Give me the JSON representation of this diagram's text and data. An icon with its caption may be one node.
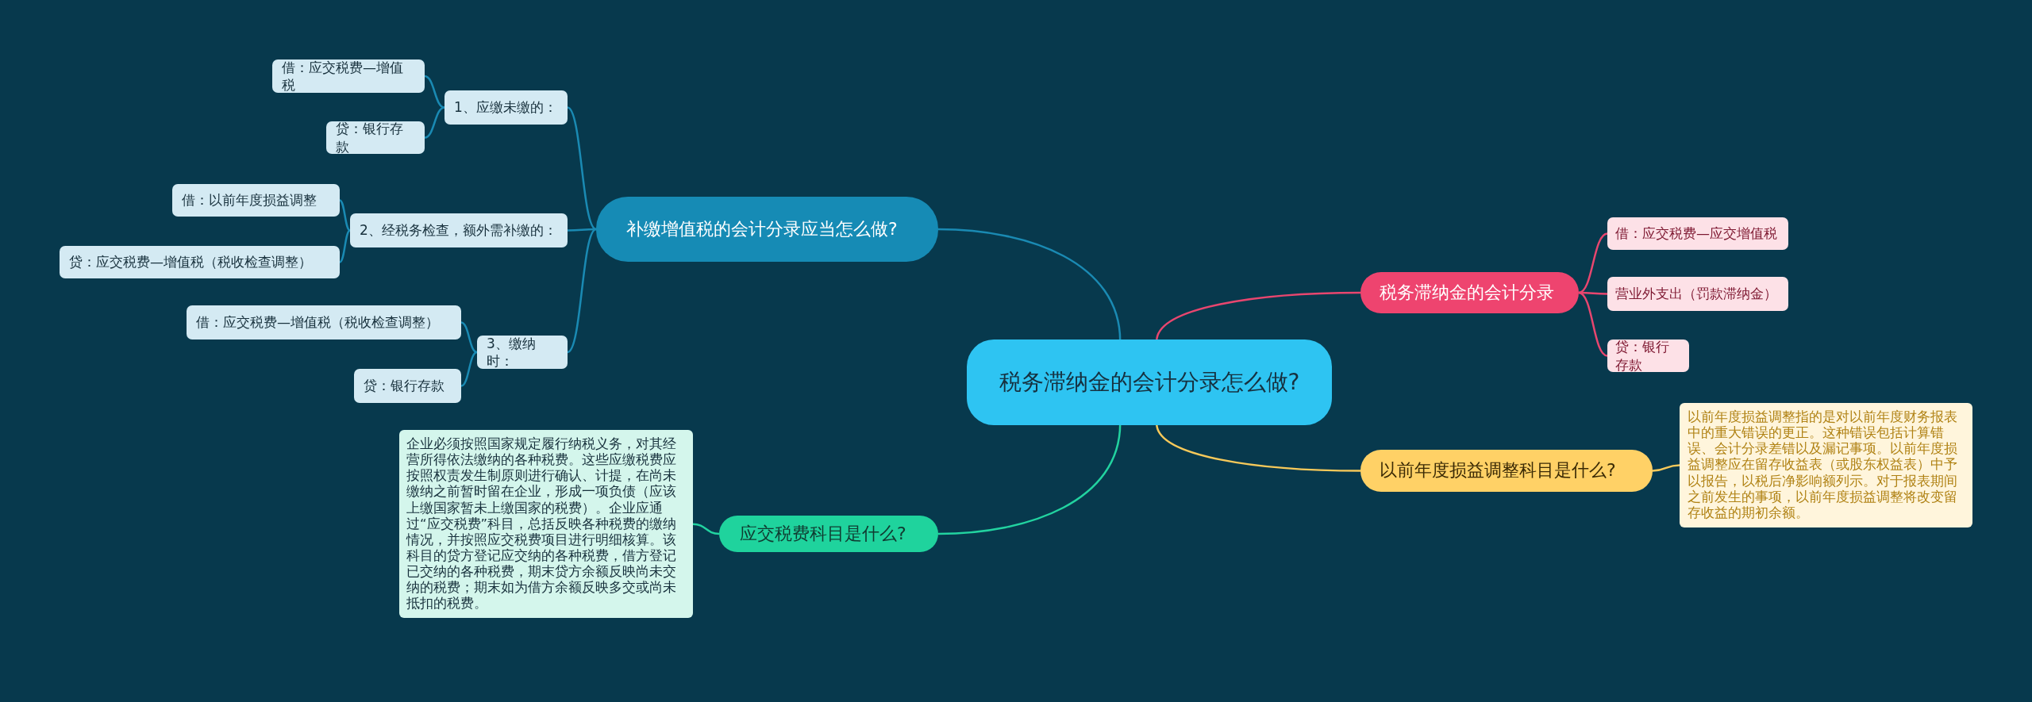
{
  "diagram": {
    "nodes": [
      {
        "text": [
          "税务滞纳金的会计分录怎么做?"
        ]
      },
      {
        "text": [
          "补缴增值税的会计分录应当怎么做?"
        ]
      },
      {
        "text": [
          "1、应缴未缴的："
        ]
      },
      {
        "text": [
          "借：应交税费—增值税"
        ]
      },
      {
        "text": [
          "贷：银行存款"
        ]
      },
      {
        "text": [
          "2、经税务检查，额外需补缴的："
        ]
      },
      {
        "text": [
          "借：以前年度损益调整"
        ]
      },
      {
        "text": [
          "贷：应交税费—增值税（税收检查调整）"
        ]
      },
      {
        "text": [
          "3、缴纳时："
        ]
      },
      {
        "text": [
          "借：应交税费—增值税（税收检查调整）"
        ]
      },
      {
        "text": [
          "贷：银行存款"
        ]
      },
      {
        "text": [
          "应交税费科目是什么?"
        ]
      },
      {
        "text": [
          "企业必须按照国家规定履行纳税义务，对其经营所得依法缴纳的各种税费。这些应缴税费应按照权责发生制原则进行确认、计提，在尚未缴纳之前暂时留在企业，形成一项负债（应该上缴国家暂未上缴国家的税费）。企业应通过“应交税费”科目，总括反映各种税费的缴纳情况，并按照应交税费项目进行明细核算。该科目的贷方登记应交纳的各种税费，借方登记已交纳的各种税费，期末贷方余额反映尚未交纳的税费；期末如为借方余额反映多交或尚未抵扣的税费。"
        ]
      },
      {
        "text": [
          "税务滞纳金的会计分录"
        ]
      },
      {
        "text": [
          "借：应交税费—应交增值税"
        ]
      },
      {
        "text": [
          "营业外支出（罚款滞纳金）"
        ]
      },
      {
        "text": [
          "贷：银行存款"
        ]
      },
      {
        "text": [
          "以前年度损益调整科目是什么?"
        ]
      },
      {
        "text": [
          "以前年度损益调整指的是对以前年度财务报表中的重大错误的更正。这种错误包括计算错误、会计分录差错以及漏记事项。以前年度损益调整应在留存收益表（或股东权益表）中予以报告，以税后净影响额列示。对于报表期间之前发生的事项，以前年度损益调整将改变留存收益的期初余额。"
        ]
      }
    ],
    "edges": [
      {
        "from": 0,
        "to": 1,
        "arrow": "none"
      },
      {
        "from": 1,
        "to": 2,
        "arrow": "none"
      },
      {
        "from": 2,
        "to": 3,
        "arrow": "none"
      },
      {
        "from": 2,
        "to": 4,
        "arrow": "none"
      },
      {
        "from": 1,
        "to": 5,
        "arrow": "none"
      },
      {
        "from": 5,
        "to": 6,
        "arrow": "none"
      },
      {
        "from": 5,
        "to": 7,
        "arrow": "none"
      },
      {
        "from": 1,
        "to": 8,
        "arrow": "none"
      },
      {
        "from": 8,
        "to": 9,
        "arrow": "none"
      },
      {
        "from": 8,
        "to": 10,
        "arrow": "none"
      },
      {
        "from": 0,
        "to": 11,
        "arrow": "none",
        "color": "#22d3a0"
      },
      {
        "from": 11,
        "to": 12,
        "arrow": "none",
        "color": "#22d3a0"
      },
      {
        "from": 0,
        "to": 13,
        "arrow": "none",
        "color": "#e8466f"
      },
      {
        "from": 13,
        "to": 14,
        "arrow": "none",
        "color": "#e8466f"
      },
      {
        "from": 13,
        "to": 15,
        "arrow": "none",
        "color": "#e8466f"
      },
      {
        "from": 13,
        "to": 16,
        "arrow": "none",
        "color": "#e8466f"
      },
      {
        "from": 0,
        "to": 17,
        "arrow": "none",
        "color": "#f7c95a"
      },
      {
        "from": 17,
        "to": 18,
        "arrow": "none",
        "color": "#f7c95a"
      }
    ]
  }
}
